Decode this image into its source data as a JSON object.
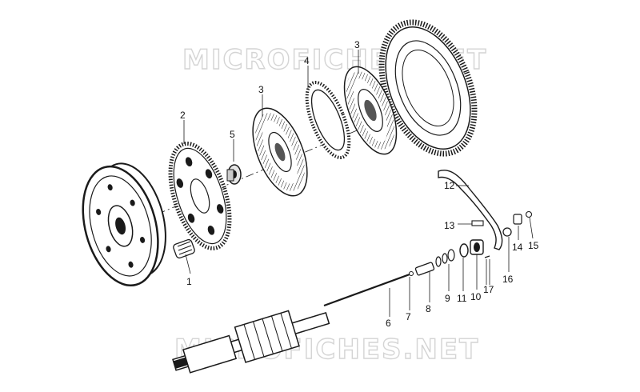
{
  "watermark": {
    "top_text": "MICROFICHES.NET",
    "bottom_text": "MICROFICHES.NET",
    "color": "#d4d4d4"
  },
  "diagram": {
    "ink_color": "#1a1a1a",
    "paper_color": "#ffffff",
    "callouts": [
      "1",
      "2",
      "3",
      "3",
      "4",
      "5",
      "6",
      "7",
      "8",
      "9",
      "11",
      "10",
      "12",
      "13",
      "14",
      "15",
      "16",
      "17"
    ]
  }
}
